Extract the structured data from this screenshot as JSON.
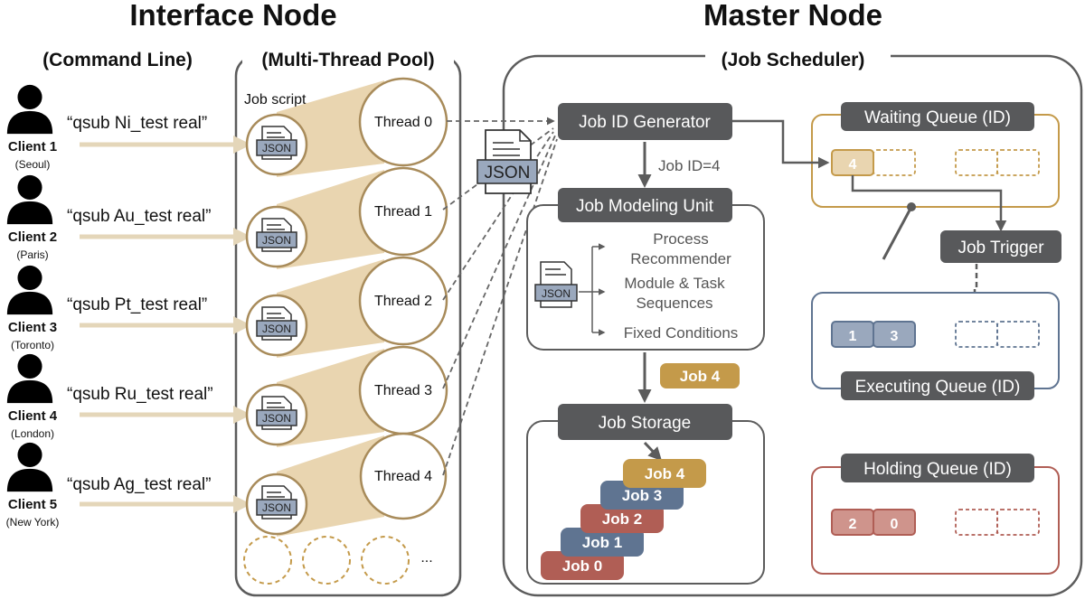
{
  "headers": {
    "interface_node": "Interface Node",
    "master_node": "Master Node",
    "command_line": "(Command Line)",
    "thread_pool": "(Multi-Thread Pool)",
    "job_scheduler": "(Job Scheduler)"
  },
  "job_script_label": "Job script",
  "json_label": "JSON",
  "clients": [
    {
      "name": "Client 1",
      "city": "(Seoul)",
      "command": "“qsub Ni_test real”"
    },
    {
      "name": "Client 2",
      "city": "(Paris)",
      "command": "“qsub Au_test real”"
    },
    {
      "name": "Client 3",
      "city": "(Toronto)",
      "command": "“qsub Pt_test real”"
    },
    {
      "name": "Client 4",
      "city": "(London)",
      "command": "“qsub Ru_test real”"
    },
    {
      "name": "Client 5",
      "city": "(New York)",
      "command": "“qsub Ag_test real”"
    }
  ],
  "threads": [
    "Thread 0",
    "Thread 1",
    "Thread 2",
    "Thread 3",
    "Thread 4"
  ],
  "ellipsis": "...",
  "master": {
    "job_id_generator": "Job ID Generator",
    "job_id": "Job ID=4",
    "job_modeling_unit": "Job Modeling Unit",
    "modeling_items": {
      "process_line1": "Process",
      "process_line2": "Recommender",
      "module_line1": "Module & Task",
      "module_line2": "Sequences",
      "fixed": "Fixed Conditions"
    },
    "job_4_tag": "Job 4",
    "job_storage": "Job Storage",
    "stored_jobs": [
      "Job 4",
      "Job 3",
      "Job 2",
      "Job 1",
      "Job 0"
    ]
  },
  "queues": {
    "waiting": {
      "title": "Waiting Queue (ID)",
      "cells": [
        "4"
      ]
    },
    "job_trigger": "Job Trigger",
    "executing": {
      "title": "Executing Queue (ID)",
      "cells": [
        "1",
        "3"
      ]
    },
    "holding": {
      "title": "Holding Queue (ID)",
      "cells": [
        "2",
        "0"
      ]
    }
  },
  "colors": {
    "dark_box": "#58595b",
    "gold": "#c49a4a",
    "gold_light": "#e9d5b0",
    "tan_arrow": "#e4d6b9",
    "blue": "#5f7491",
    "blue_light": "#9aa8bd",
    "red": "#b05e55",
    "red_light": "#cf948c",
    "frame": "#5c5c5c"
  }
}
